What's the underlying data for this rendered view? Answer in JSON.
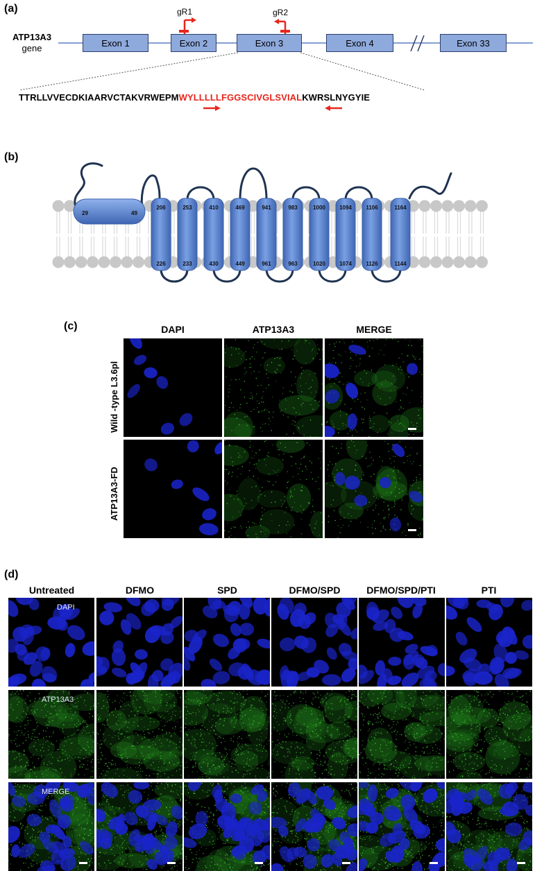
{
  "panel_a": {
    "letter": "(a)",
    "gene_name": "ATP13A3",
    "gene_word": "gene",
    "exons": [
      "Exon 1",
      "Exon 2",
      "Exon 3",
      "Exon 4",
      "Exon 33"
    ],
    "break_mark": "//",
    "guides": [
      "gR1",
      "gR2"
    ],
    "sequence_pre": "TTRLLVVECDKIAARVCTAKVRWEPM",
    "sequence_target": "WYLLLLLFGGSCIVGLSVIAL",
    "sequence_post": "KWRSLNYGYIE",
    "colors": {
      "exon_fill": "#8ea9dc",
      "target": "#e8251c",
      "line": "#5b7fc4"
    }
  },
  "panel_b": {
    "letter": "(b)",
    "first_segment": {
      "start": "29",
      "end": "49"
    },
    "helices": [
      {
        "top": "206",
        "bottom": "226"
      },
      {
        "top": "253",
        "bottom": "233"
      },
      {
        "top": "410",
        "bottom": "430"
      },
      {
        "top": "469",
        "bottom": "449"
      },
      {
        "top": "941",
        "bottom": "961"
      },
      {
        "top": "983",
        "bottom": "963"
      },
      {
        "top": "1000",
        "bottom": "1020"
      },
      {
        "top": "1094",
        "bottom": "1074"
      },
      {
        "top": "1106",
        "bottom": "1126"
      },
      {
        "top": "1164",
        "bottom": "1144"
      }
    ],
    "colors": {
      "helix": "#4f7ac7",
      "lipid": "#c8c8c8",
      "loop": "#1f3350"
    }
  },
  "panel_c": {
    "letter": "(c)",
    "columns": [
      "DAPI",
      "ATP13A3",
      "MERGE"
    ],
    "rows": [
      "Wild -type L3.6pl",
      "ATP13A3-FD"
    ]
  },
  "panel_d": {
    "letter": "(d)",
    "columns": [
      "Untreated",
      "DFMO",
      "SPD",
      "DFMO/SPD",
      "DFMO/SPD/PTI",
      "PTI"
    ],
    "rows": [
      "DAPI",
      "ATP13A3",
      "MERGE"
    ]
  }
}
